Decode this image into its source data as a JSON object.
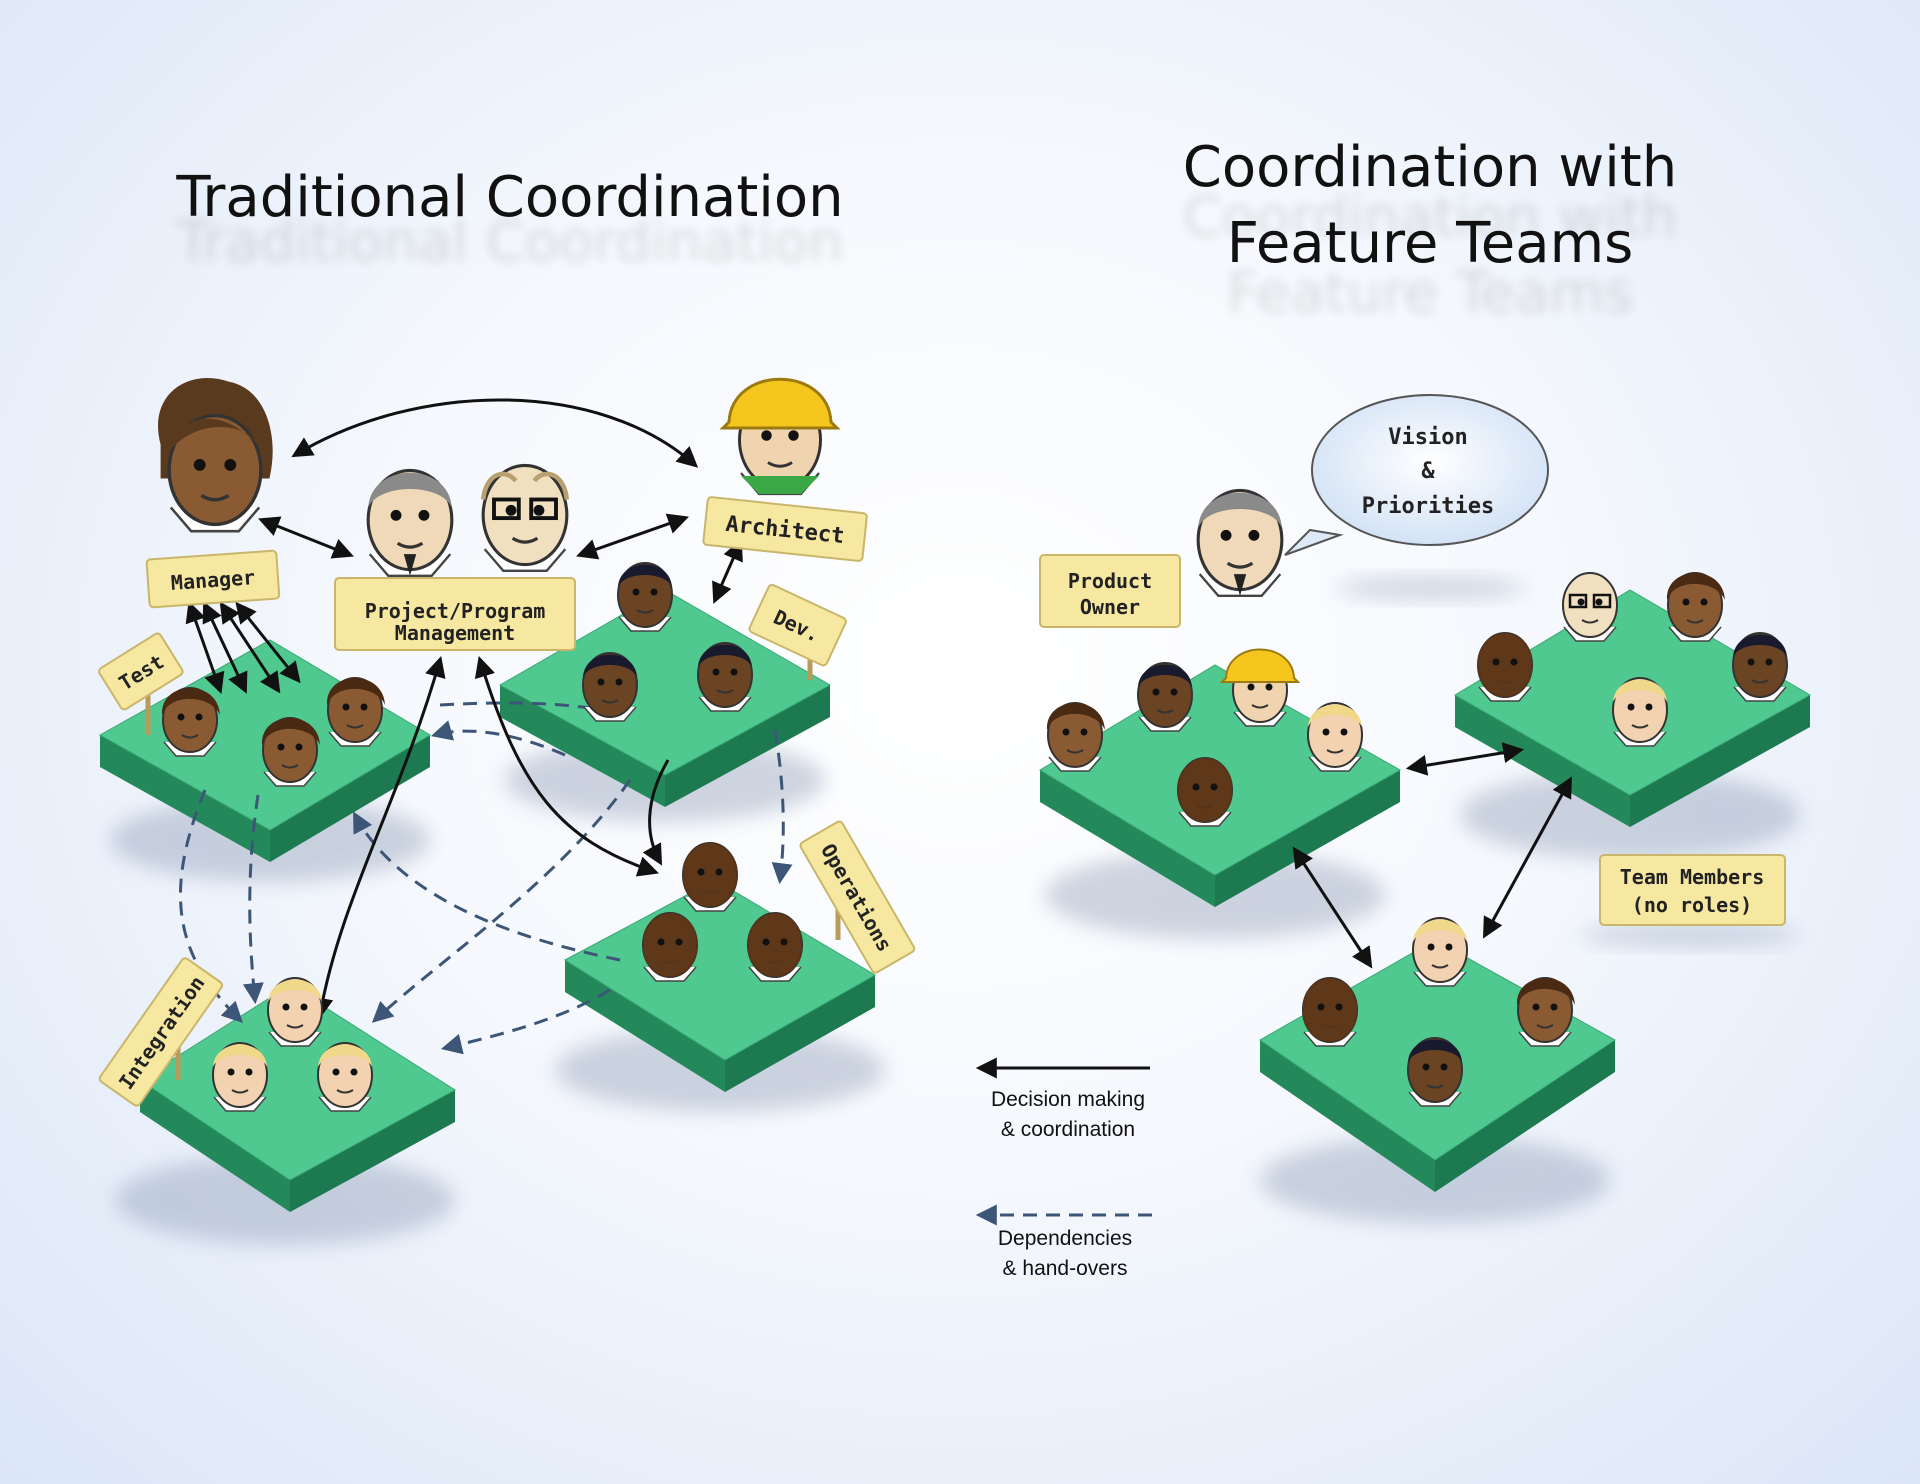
{
  "left_title": "Traditional Coordination",
  "right_title": [
    "Coordination with",
    "Feature Teams"
  ],
  "signs": {
    "manager": "Manager",
    "project": [
      "Project/Program",
      "Management"
    ],
    "architect": "Architect",
    "dev": "Dev.",
    "test": "Test",
    "integration": "Integration",
    "operations": "Operations",
    "product_owner": [
      "Product",
      "Owner"
    ],
    "team_members": [
      "Team Members",
      "(no roles)"
    ]
  },
  "speech_bubble": [
    "Vision",
    "&",
    "Priorities"
  ],
  "legend": {
    "solid": [
      "Decision making",
      "& coordination"
    ],
    "dashed": [
      "Dependencies",
      "& hand-overs"
    ]
  },
  "colors": {
    "platform_top": "#4fc98f",
    "platform_side": "#23895a",
    "sign": "#f6e7a1",
    "solid_arrow": "#111111",
    "dashed_arrow": "#3d5678"
  }
}
